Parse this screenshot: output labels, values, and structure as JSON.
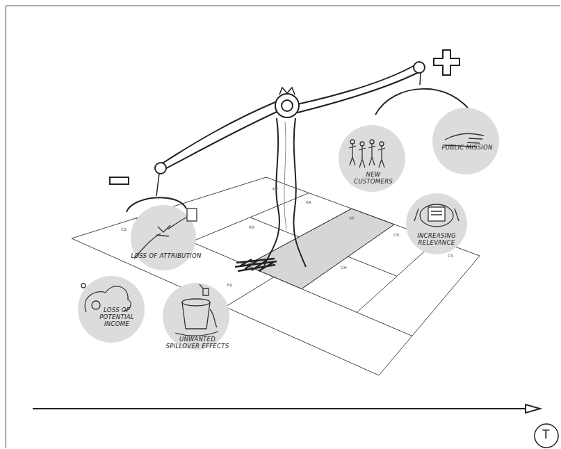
{
  "diagram": {
    "nodes": [
      {
        "text": [
          "NEW CUSTOMERS"
        ]
      },
      {
        "text": [
          "PUBLIC MISSION"
        ]
      },
      {
        "text": [
          "LOSS OF ATTRIBUTION"
        ]
      },
      {
        "text": [
          "INCREASING RELEVANCE"
        ]
      },
      {
        "text": [
          "LOSS OF POTENTIAL INCOME"
        ]
      },
      {
        "text": [
          "UNWANTED SPILLOVER EFFECTS"
        ]
      }
    ],
    "labels": [
      "KP",
      "KA",
      "KR",
      "VP",
      "CR",
      "CH",
      "CS",
      "C$",
      "R$",
      "T"
    ]
  }
}
